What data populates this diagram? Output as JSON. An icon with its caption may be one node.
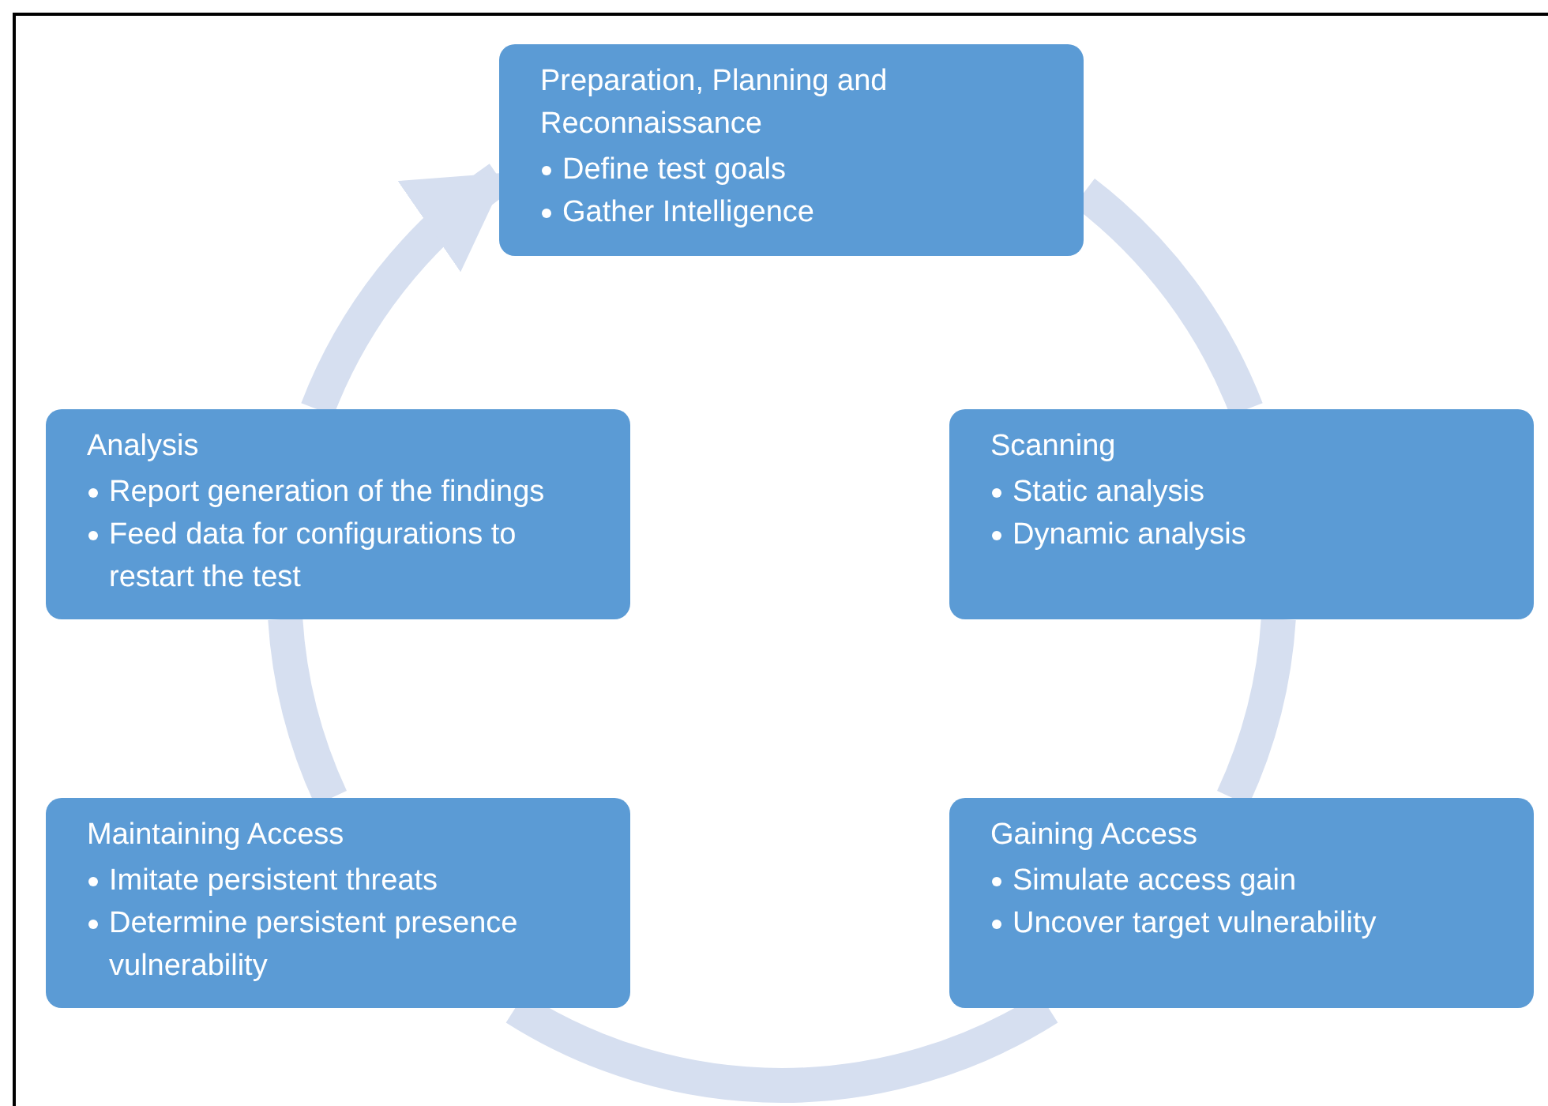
{
  "diagram": {
    "nodes": [
      {
        "text": [
          "Preparation, Planning and Reconnaissance",
          "Define test goals",
          "Gather Intelligence"
        ]
      },
      {
        "text": [
          "Scanning",
          "Static analysis",
          "Dynamic analysis"
        ]
      },
      {
        "text": [
          "Gaining Access",
          "Simulate access gain",
          "Uncover target vulnerability"
        ]
      },
      {
        "text": [
          "Maintaining Access",
          "Imitate persistent threats",
          "Determine persistent presence vulnerability"
        ]
      },
      {
        "text": [
          "Analysis",
          "Report generation of the findings",
          "Feed data for configurations to restart the test"
        ]
      }
    ],
    "edges": [
      {
        "from": 0,
        "to": 1,
        "arrow": "none"
      },
      {
        "from": 1,
        "to": 2,
        "arrow": "none"
      },
      {
        "from": 2,
        "to": 3,
        "arrow": "none"
      },
      {
        "from": 3,
        "to": 4,
        "arrow": "none"
      },
      {
        "from": 4,
        "to": 0,
        "arrow": "to"
      }
    ]
  }
}
